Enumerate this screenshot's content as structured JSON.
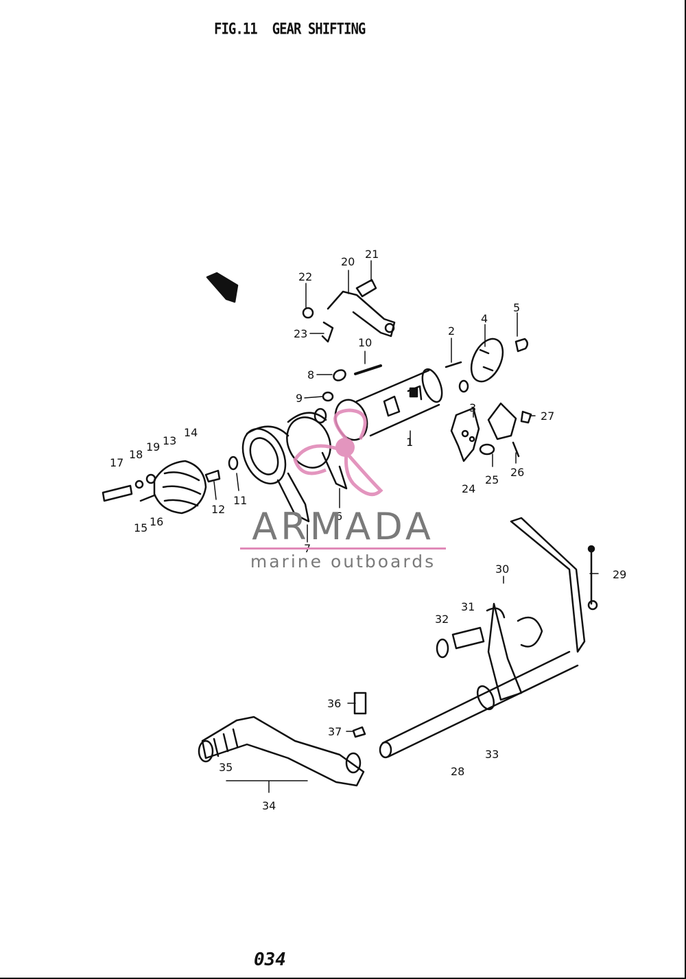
{
  "figure": {
    "number": "FIG.11",
    "title": "GEAR SHIFTING"
  },
  "page_number": "034",
  "watermark": {
    "brand": "ARMADA",
    "tagline": "marine outboards",
    "accent_color": "#e08ab8",
    "text_color": "#7a7a7a",
    "logo": "propeller-icon"
  },
  "callouts": [
    "1",
    "2",
    "3",
    "4",
    "5",
    "6",
    "7",
    "8",
    "9",
    "10",
    "11",
    "12",
    "13",
    "14",
    "15",
    "16",
    "17",
    "18",
    "19",
    "20",
    "21",
    "22",
    "23",
    "24",
    "25",
    "26",
    "27",
    "28",
    "29",
    "30",
    "31",
    "32",
    "33",
    "34",
    "35",
    "36",
    "37"
  ]
}
